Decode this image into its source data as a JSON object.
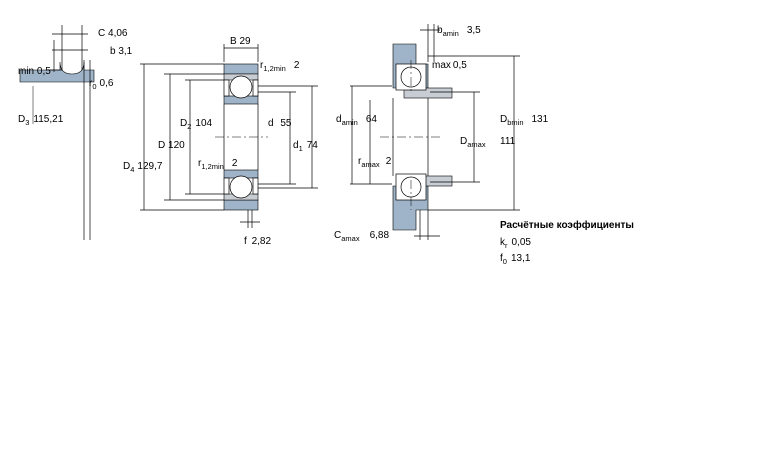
{
  "groove_detail": {
    "C": {
      "sym": "C",
      "val": "4,06"
    },
    "b": {
      "sym": "b",
      "val": "3,1"
    },
    "min": {
      "pre": "min",
      "val": "0,5"
    },
    "r0": {
      "sym": "r",
      "sub": "0",
      "val": "0,6"
    },
    "D3": {
      "sym": "D",
      "sub": "3",
      "val": "115,21"
    }
  },
  "bearing_view": {
    "B": {
      "sym": "B",
      "val": "29"
    },
    "r12_top": {
      "sym": "r",
      "sub": "1,2min",
      "val": "2"
    },
    "D2": {
      "sym": "D",
      "sub": "2",
      "val": "104"
    },
    "d": {
      "sym": "d",
      "val": "55"
    },
    "D": {
      "sym": "D",
      "val": "120"
    },
    "d1": {
      "sym": "d",
      "sub": "1",
      "val": "74"
    },
    "D4": {
      "sym": "D",
      "sub": "4",
      "val": "129,7"
    },
    "r12_bot": {
      "sym": "r",
      "sub": "1,2min",
      "val": "2"
    },
    "f": {
      "sym": "f",
      "val": "2,82"
    }
  },
  "mounting_view": {
    "bamin": {
      "sym": "b",
      "sub": "amin",
      "val": "3,5"
    },
    "max": {
      "pre": "max",
      "val": "0,5"
    },
    "damin": {
      "sym": "d",
      "sub": "amin",
      "val": "64"
    },
    "Dbmin": {
      "sym": "D",
      "sub": "bmin",
      "val": "131"
    },
    "Damax": {
      "sym": "D",
      "sub": "amax",
      "val": "111"
    },
    "ramax": {
      "sym": "r",
      "sub": "amax",
      "val": "2"
    },
    "Camax": {
      "sym": "C",
      "sub": "amax",
      "val": "6,88"
    }
  },
  "coefficients": {
    "title": "Расчётные коэффициенты",
    "kr": {
      "sym": "k",
      "sub": "r",
      "val": "0,05"
    },
    "f0": {
      "sym": "f",
      "sub": "0",
      "val": "13,1"
    }
  }
}
